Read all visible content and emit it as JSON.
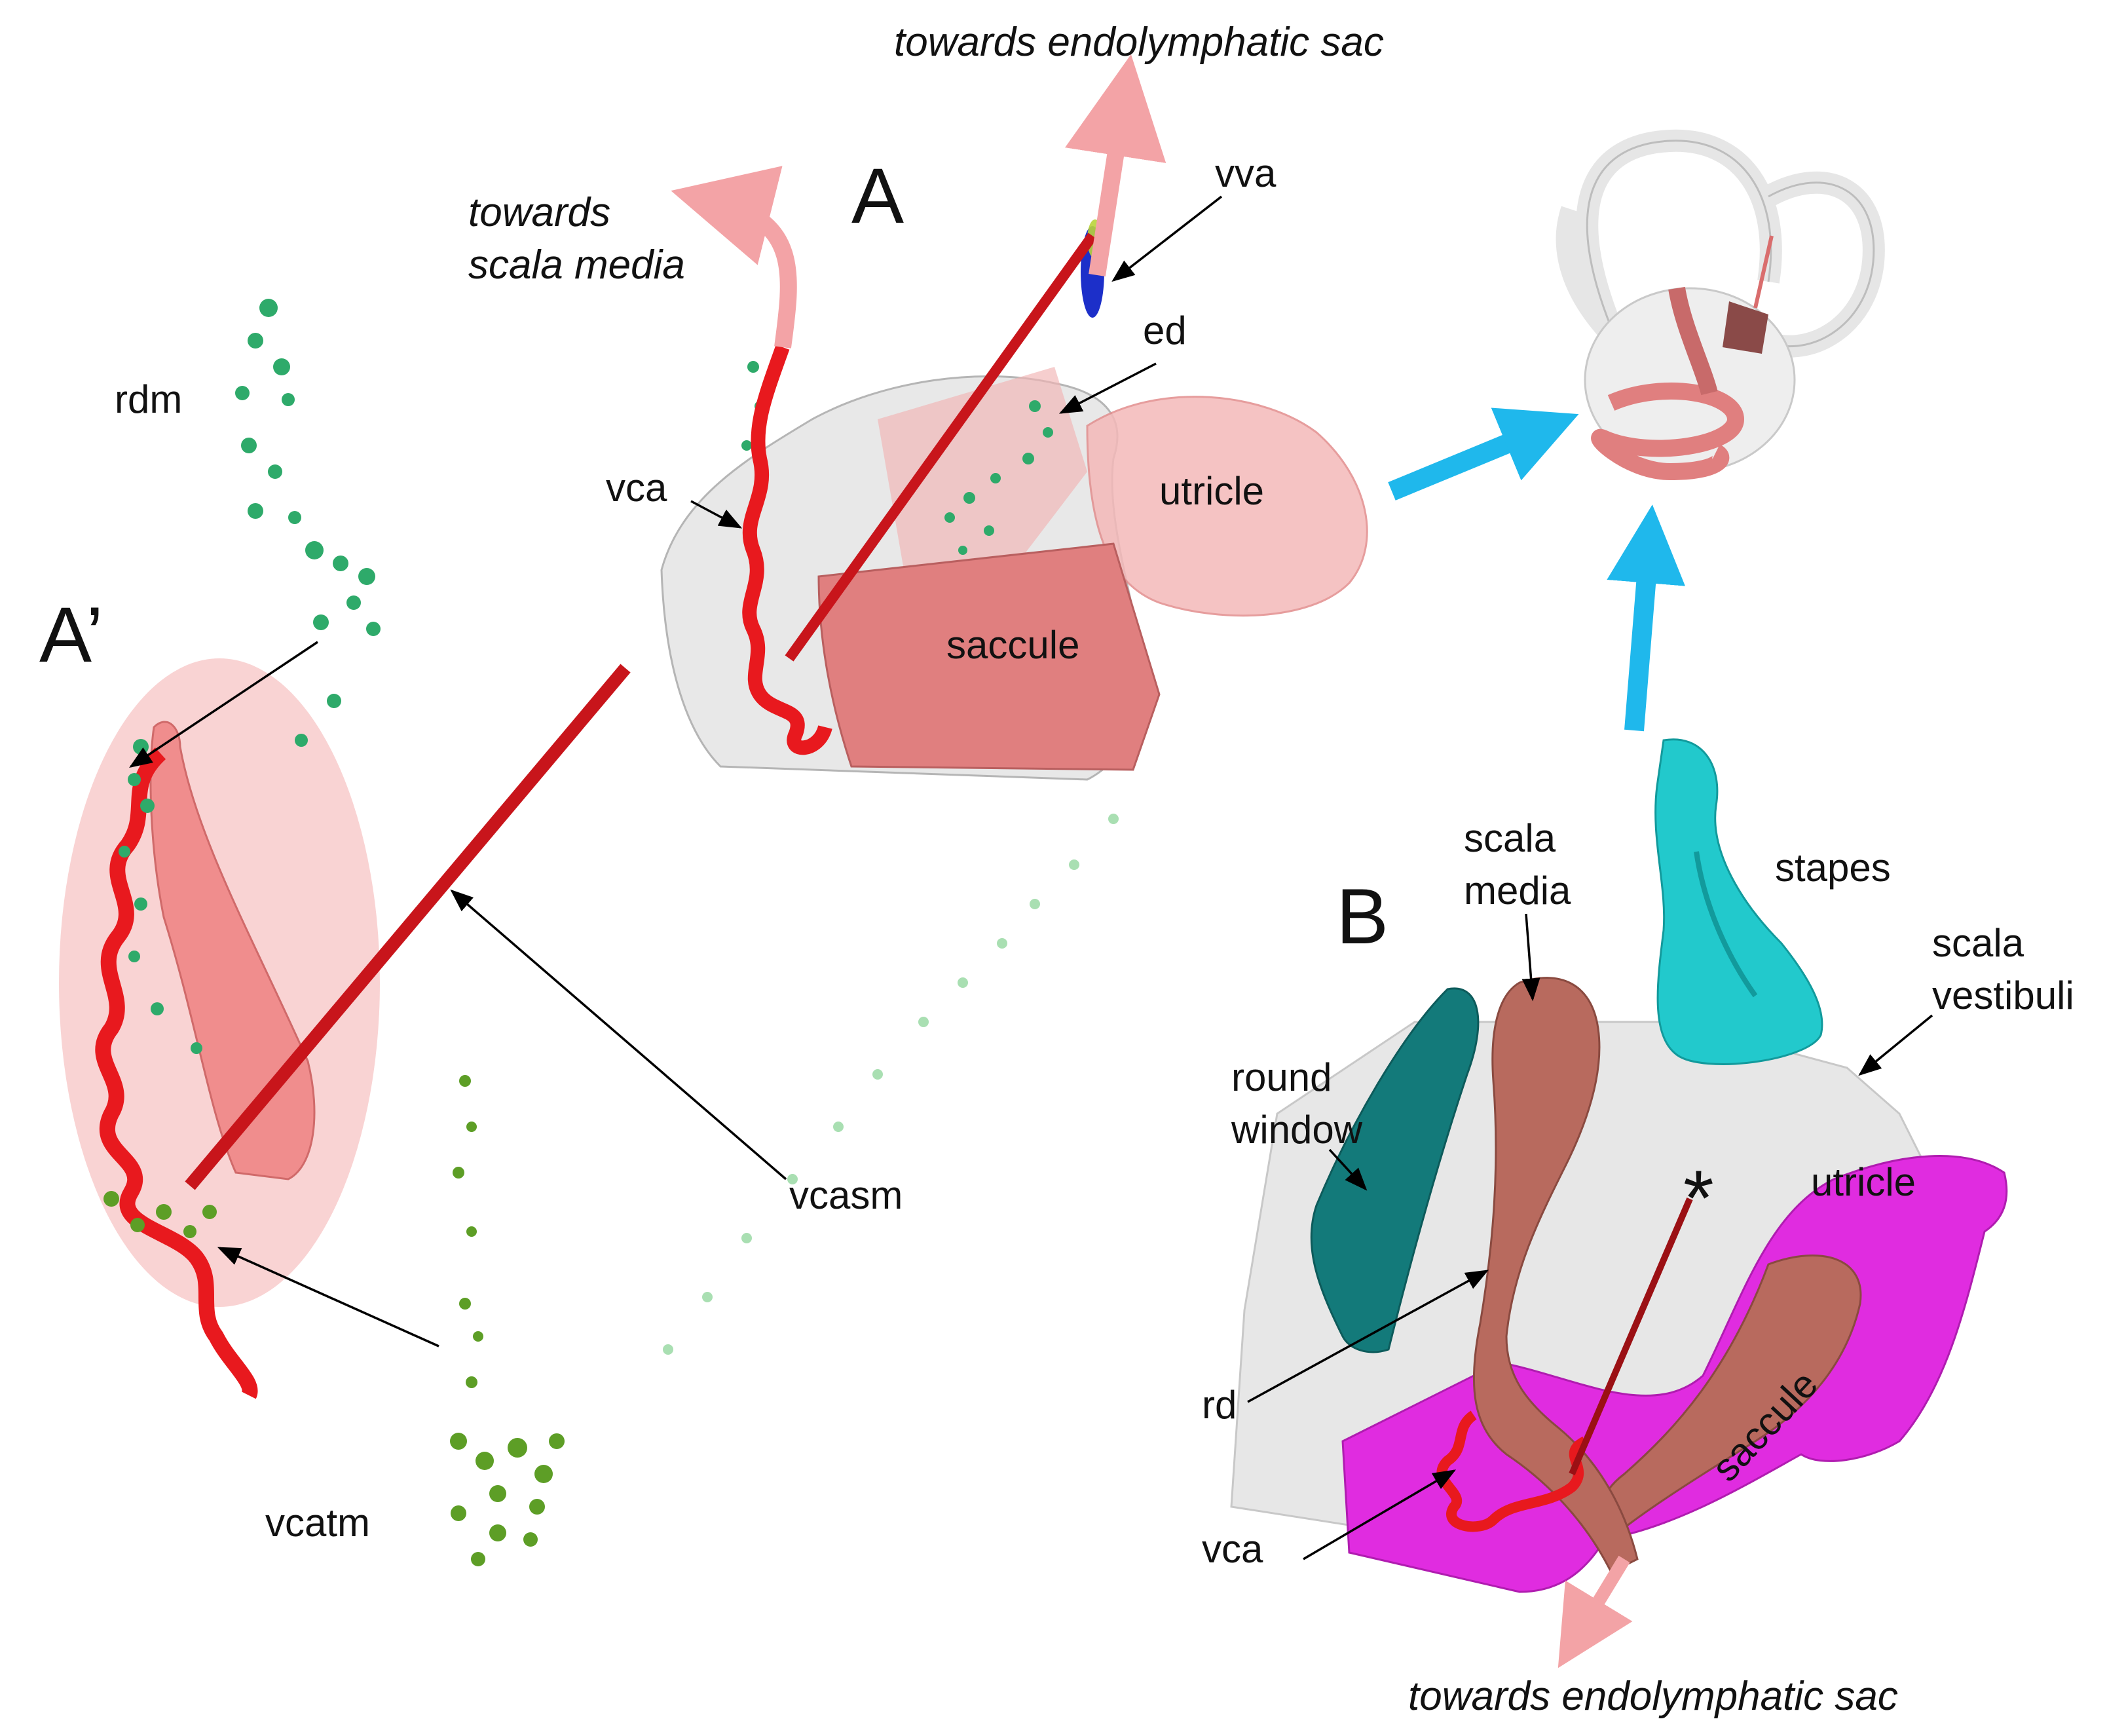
{
  "panels": {
    "A": "A",
    "A_prime": "A’",
    "B": "B"
  },
  "labels": {
    "towards_endolymphatic_sac_top": "towards endolymphatic sac",
    "towards_scala_media_line1": "towards",
    "towards_scala_media_line2": "scala media",
    "vva": "vva",
    "ed": "ed",
    "vca_a": "vca",
    "utricle_a": "utricle",
    "saccule_a": "saccule",
    "rdm": "rdm",
    "vcasm": "vcasm",
    "vcatm": "vcatm",
    "scala_media_line1": "scala",
    "scala_media_line2": "media",
    "stapes": "stapes",
    "scala_vestibuli_line1": "scala",
    "scala_vestibuli_line2": "vestibuli",
    "round_window_line1": "round",
    "round_window_line2": "window",
    "asterisk": "*",
    "utricle_b": "utricle",
    "saccule_b": "saccule",
    "rd": "rd",
    "vca_b": "vca",
    "towards_endolymphatic_sac_bottom": "towards endolymphatic sac"
  },
  "colors": {
    "vessel_red": "#e8191e",
    "vessel_dark": "#9b1014",
    "pink_membrane": "#ee8f8f",
    "pink_arrow": "#f3a3a6",
    "green_vessel": "#2eaa6a",
    "olive_vessel": "#5d9e26",
    "cyan_arrow": "#1fb8ec",
    "stapes_cyan": "#22c9cc",
    "round_window_teal": "#137a7a",
    "magenta_utricle": "#e02ce0",
    "brown_saccule": "#b86a5e",
    "gray_bone": "#d7d7d7"
  }
}
